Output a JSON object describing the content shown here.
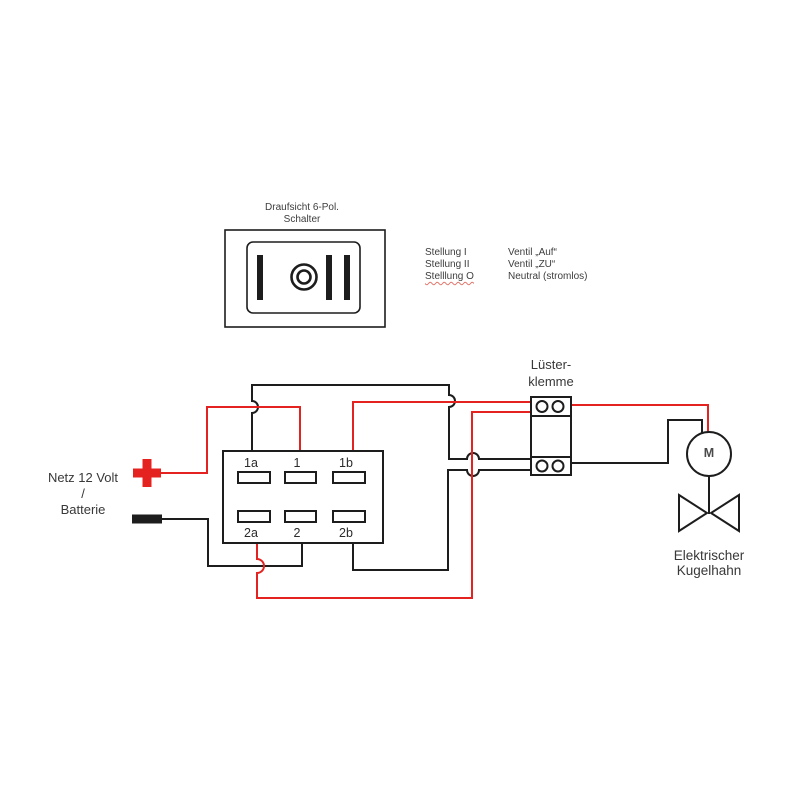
{
  "colors": {
    "wire_red": "#e42320",
    "wire_black": "#1d1d1d",
    "text": "#3f3f3f"
  },
  "switch": {
    "caption_line1": "Draufsicht 6-Pol.",
    "caption_line2": "Schalter"
  },
  "legend": {
    "rows": [
      {
        "position": "Stellung I",
        "meaning": "Ventil „Auf“"
      },
      {
        "position": "Stellung II",
        "meaning": "Ventil „ZU“"
      },
      {
        "position": "Stelllung O",
        "meaning": "Neutral (stromlos)"
      }
    ]
  },
  "power": {
    "line1": "Netz 12 Volt",
    "line2": "/",
    "line3": "Batterie",
    "plus_icon": "plus-icon",
    "minus_icon": "minus-icon"
  },
  "connector": {
    "pins_top": [
      "1a",
      "1",
      "1b"
    ],
    "pins_bottom": [
      "2a",
      "2",
      "2b"
    ]
  },
  "terminal_block": {
    "label_line1": "Lüster-",
    "label_line2": "klemme"
  },
  "actuator": {
    "motor_label": "M",
    "label_line1": "Elektrischer",
    "label_line2": "Kugelhahn"
  }
}
